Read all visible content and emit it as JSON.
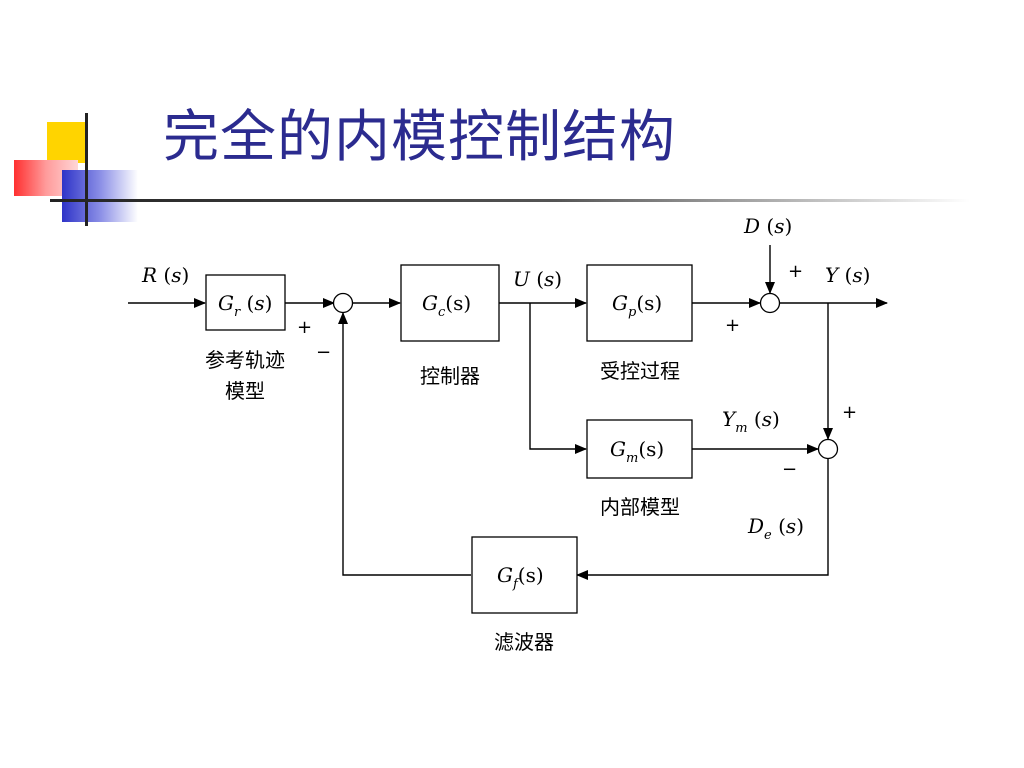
{
  "title": "完全的内模控制结构",
  "colors": {
    "title": "#2b2b8f",
    "deco_yellow": "#ffd400",
    "deco_red": "#ff3b3b",
    "deco_blue": "#2f34c8"
  },
  "signals": {
    "R": "R",
    "U": "U",
    "D": "D",
    "Y": "Y",
    "Ym_main": "Y",
    "Ym_sub": "m",
    "De_main": "D",
    "De_sub": "e",
    "s_paren": "(s)",
    "s_open": " (",
    "s_var": "s",
    "s_close": ")"
  },
  "blocks": {
    "Gr": {
      "main": "G",
      "sub": "r",
      "label": "参考轨迹",
      "label2": "模型"
    },
    "Gc": {
      "main": "G",
      "sub": "c",
      "label": "控制器"
    },
    "Gp": {
      "main": "G",
      "sub": "p",
      "label": "受控过程"
    },
    "Gm": {
      "main": "G",
      "sub": "m",
      "label": "内部模型"
    },
    "Gf": {
      "main": "G",
      "sub": "f",
      "label": "滤波器"
    }
  },
  "signs": {
    "s1_plus": "+",
    "s1_minus": "−",
    "s2_top": "+",
    "s2_left": "+",
    "s3_top": "+",
    "s3_left": "−"
  }
}
